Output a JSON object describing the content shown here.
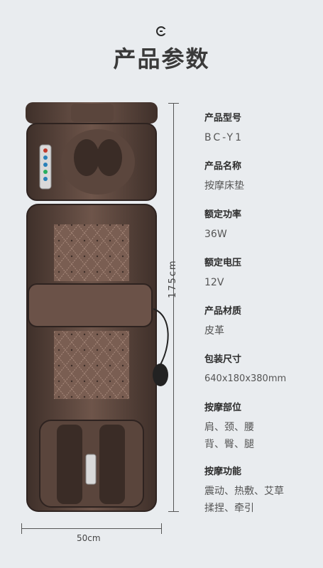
{
  "page_title": "产品参数",
  "dimensions": {
    "length_label": "175cm",
    "width_label": "50cm"
  },
  "specs": [
    {
      "label": "产品型号",
      "value": [
        "BC-Y1"
      ]
    },
    {
      "label": "产品名称",
      "value": [
        "按摩床垫"
      ]
    },
    {
      "label": "额定功率",
      "value": [
        "36W"
      ]
    },
    {
      "label": "额定电压",
      "value": [
        "12V"
      ]
    },
    {
      "label": "产品材质",
      "value": [
        "皮革"
      ]
    },
    {
      "label": "包装尺寸",
      "value": [
        "640x180x380mm"
      ]
    },
    {
      "label": "按摩部位",
      "value": [
        "肩、颈、腰",
        "背、臀、腿"
      ]
    },
    {
      "label": "按摩功能",
      "value": [
        "震动、热敷、艾草",
        "揉捏、牵引"
      ]
    }
  ],
  "colors": {
    "background": "#e9ecef",
    "leather_dark": "#4a3a33",
    "leather_mid": "#6b5248",
    "leather_light": "#8a6d61"
  }
}
